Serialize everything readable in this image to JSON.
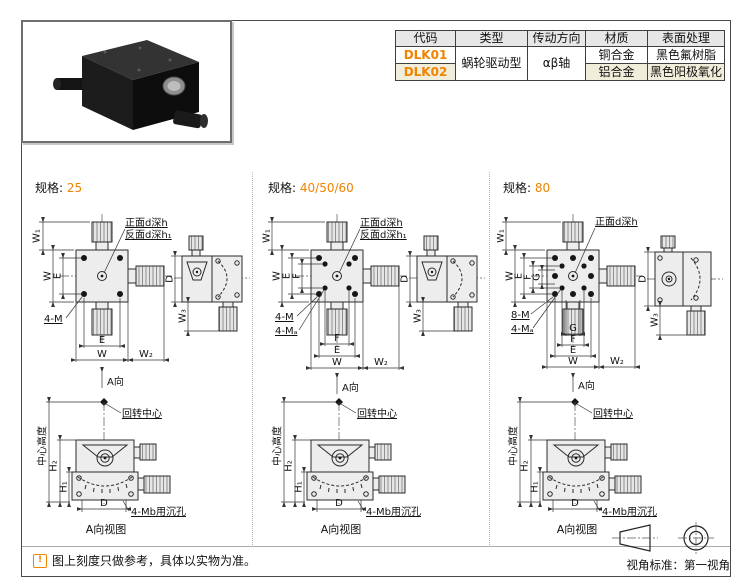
{
  "page": {
    "accent": "#f08300"
  },
  "table": {
    "headers": [
      "代码",
      "类型",
      "传动方向",
      "材质",
      "表面处理"
    ],
    "rows": [
      {
        "code": "DLK01",
        "type": "蜗轮驱动型",
        "direction": "αβ轴",
        "material": "铜合金",
        "finish": "黑色氟树脂"
      },
      {
        "code": "DLK02",
        "material": "铝合金",
        "finish": "黑色阳极氧化"
      }
    ]
  },
  "sections": [
    {
      "spec_label": "规格:",
      "spec_value": "25",
      "labels": {
        "ann_front": "正面d深h",
        "ann_back": "反面d深h₁",
        "m": "4-M",
        "w1": "W₁",
        "w": "W",
        "e": "E",
        "w2": "W₂",
        "w3": "W₃",
        "d": "D",
        "adir": "A向",
        "rot": "回转中心",
        "ch": "中心高度",
        "h1": "H₁",
        "h2": "H₂",
        "cb": "4-Mb用沉孔",
        "caption": "A向视图"
      }
    },
    {
      "spec_label": "规格:",
      "spec_value": "40/50/60",
      "labels": {
        "ann_front": "正面d深h",
        "ann_back": "反面d深h₁",
        "m": "4-M",
        "ma": "4-Mₐ",
        "w1": "W₁",
        "w": "W",
        "e": "E",
        "f": "F",
        "w2": "W₂",
        "w3": "W₃",
        "d": "D",
        "adir": "A向",
        "rot": "回转中心",
        "ch": "中心高度",
        "h1": "H₁",
        "h2": "H₂",
        "cb": "4-Mb用沉孔",
        "caption": "A向视图"
      }
    },
    {
      "spec_label": "规格:",
      "spec_value": "80",
      "labels": {
        "ann_front": "正面d深h",
        "m": "8-M",
        "ma": "4-Mₐ",
        "w1": "W₁",
        "w": "W",
        "e": "E",
        "f": "F",
        "g": "G",
        "w2": "W₂",
        "w3": "W₃",
        "d": "D",
        "adir": "A向",
        "rot": "回转中心",
        "ch": "中心高度",
        "h1": "H₁",
        "h2": "H₂",
        "cb": "4-Mb用沉孔",
        "caption": "A向视图"
      }
    }
  ],
  "footer": {
    "note_icon": "!",
    "note": "图上刻度只做参考，具体以实物为准。",
    "view_standard": "视角标准：第一视角"
  }
}
